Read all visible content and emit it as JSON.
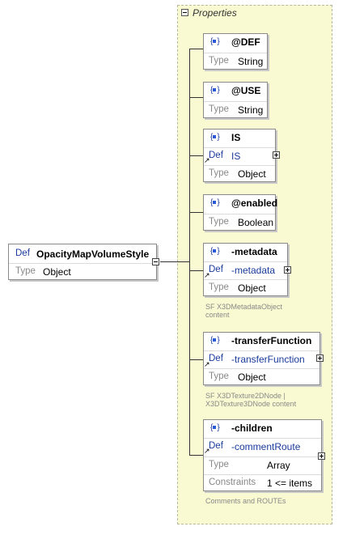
{
  "root": {
    "def_label": "Def",
    "name": "OpacityMapVolumeStyle",
    "type_label": "Type",
    "type_value": "Object"
  },
  "group": {
    "title": "Properties"
  },
  "items": [
    {
      "name": "@DEF",
      "type_label": "Type",
      "type_value": "String"
    },
    {
      "name": "@USE",
      "type_label": "Type",
      "type_value": "String"
    },
    {
      "name": "IS",
      "def_label": "Def",
      "def_value": "IS",
      "type_label": "Type",
      "type_value": "Object"
    },
    {
      "name": "@enabled",
      "type_label": "Type",
      "type_value": "Boolean"
    },
    {
      "name": "-metadata",
      "def_label": "Def",
      "def_value": "-metadata",
      "type_label": "Type",
      "type_value": "Object",
      "note": "SF X3DMetadataObject content"
    },
    {
      "name": "-transferFunction",
      "def_label": "Def",
      "def_value": "-transferFunction",
      "type_label": "Type",
      "type_value": "Object",
      "note": "SF X3DTexture2DNode | X3DTexture3DNode content"
    },
    {
      "name": "-children",
      "def_label": "Def",
      "def_value": "-commentRoute",
      "type_label": "Type",
      "type_value": "Array",
      "constraints_label": "Constraints",
      "constraints_value": "1 <= items",
      "note": "Comments and ROUTEs"
    }
  ],
  "icons": {
    "attribute": "attribute-icon",
    "expand": "plus-icon",
    "collapse": "minus-icon",
    "reference": "reference-arrow-icon"
  }
}
